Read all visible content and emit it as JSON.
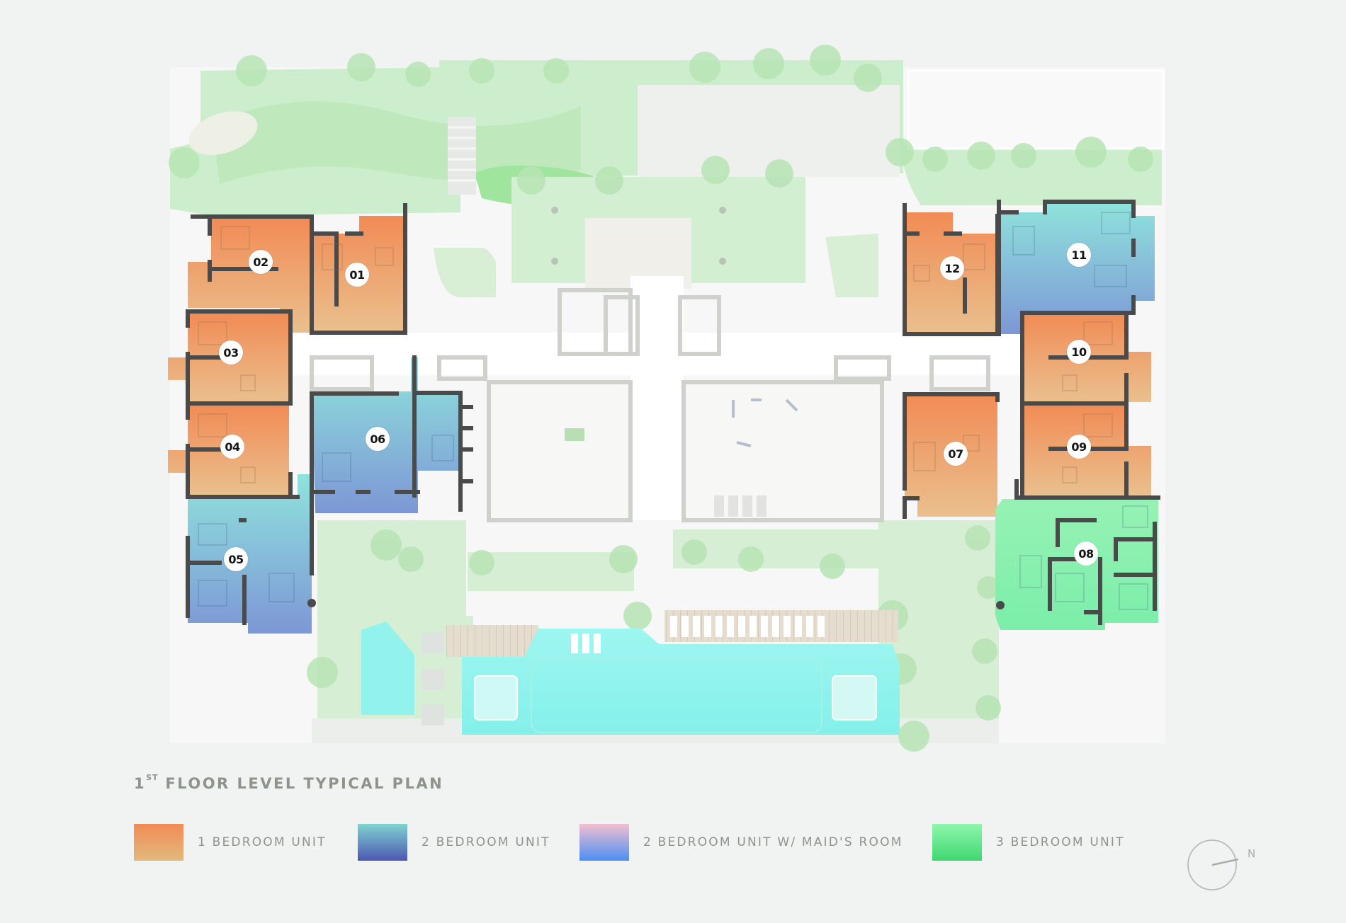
{
  "plan": {
    "title_prefix": "1",
    "title_superscript": "ST",
    "title_rest": " FLOOR LEVEL TYPICAL PLAN",
    "compass_label": "N"
  },
  "legend": [
    {
      "label": "1 BEDROOM UNIT",
      "color_top": "#f28b55",
      "color_bottom": "#e2b97d"
    },
    {
      "label": "2 BEDROOM UNIT",
      "color_top": "#7fd3cf",
      "color_bottom": "#4d57b3"
    },
    {
      "label": "2 BEDROOM UNIT W/ MAID'S ROOM",
      "color_top": "#f2bfd0",
      "color_bottom": "#4d8ff2"
    },
    {
      "label": "3 BEDROOM UNIT",
      "color_top": "#8ef7ac",
      "color_bottom": "#3fd770"
    }
  ],
  "units": [
    {
      "id": "01",
      "type": "1 BEDROOM UNIT"
    },
    {
      "id": "02",
      "type": "1 BEDROOM UNIT"
    },
    {
      "id": "03",
      "type": "1 BEDROOM UNIT"
    },
    {
      "id": "04",
      "type": "1 BEDROOM UNIT"
    },
    {
      "id": "05",
      "type": "2 BEDROOM UNIT"
    },
    {
      "id": "06",
      "type": "2 BEDROOM UNIT"
    },
    {
      "id": "07",
      "type": "1 BEDROOM UNIT"
    },
    {
      "id": "08",
      "type": "3 BEDROOM UNIT"
    },
    {
      "id": "09",
      "type": "1 BEDROOM UNIT"
    },
    {
      "id": "10",
      "type": "1 BEDROOM UNIT"
    },
    {
      "id": "11",
      "type": "2 BEDROOM UNIT"
    },
    {
      "id": "12",
      "type": "1 BEDROOM UNIT"
    }
  ],
  "colors": {
    "background": "#f0f3f2",
    "lawn": "#cfeecf",
    "lawn_dark": "#b6e6b4",
    "paving": "#ecefec",
    "wall": "#4a4a4a",
    "amenity_wall": "#c9ccc6",
    "pool": "#8ff4ee",
    "label_text": "#8e938c"
  }
}
